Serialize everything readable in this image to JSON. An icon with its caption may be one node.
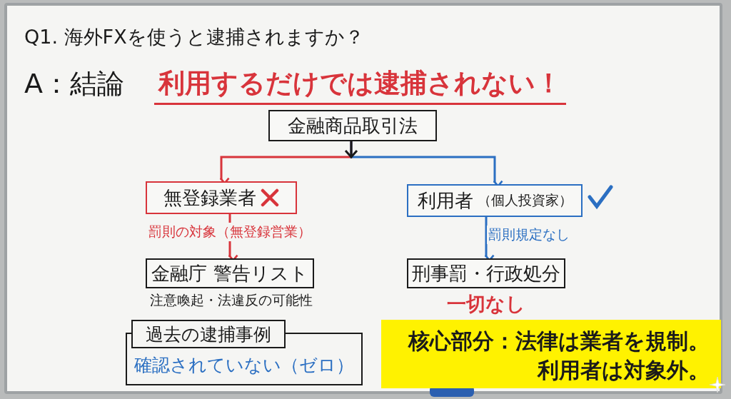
{
  "diagram": {
    "title": "Q1. 海外FXを使うと逮捕されますか？",
    "nodes": [
      {
        "text": [
          "金融商品取引法"
        ]
      },
      {
        "text": [
          "無登録業者"
        ]
      },
      {
        "text": [
          "利用者",
          "（個人投資家）"
        ]
      },
      {
        "text": [
          "金融庁 警告リスト"
        ],
        "beside": [
          "注意喚起・法違反の可能性"
        ]
      },
      {
        "text": [
          "刑事罰・行政処分"
        ],
        "beside": [
          "一切なし"
        ]
      },
      {
        "text": [
          "確認されていない（ゼロ）"
        ]
      },
      {
        "text": [
          "過去の逮捕事例"
        ]
      },
      {
        "text": [
          "核心部分：法律は業者を規制。",
          "利用者は対象外。"
        ]
      }
    ],
    "edges": [
      {
        "from": 0,
        "to": 1,
        "arrow": "to",
        "color": "#d8343b"
      },
      {
        "from": 0,
        "to": 2,
        "arrow": "to",
        "color": "#2b6fc2"
      },
      {
        "from": 1,
        "to": 3,
        "arrow": "to",
        "label": "罰則の対象（無登録営業）",
        "color": "#d8343b"
      },
      {
        "from": 2,
        "to": 4,
        "arrow": "to",
        "label": "罰則規定なし",
        "color": "#2b6fc2"
      }
    ],
    "labels": [
      "A：結論",
      "利用するだけでは逮捕されない！"
    ]
  }
}
